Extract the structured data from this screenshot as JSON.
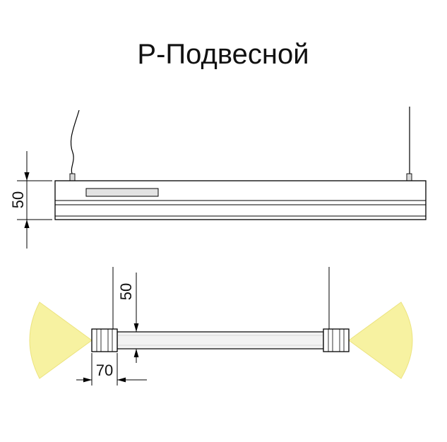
{
  "title": "Р-Подвесной",
  "side_view": {
    "height_dim": "50"
  },
  "section_view": {
    "profile_height_dim": "50",
    "endcap_width_dim": "70"
  },
  "colors": {
    "background": "#ffffff",
    "line": "#000000",
    "beam_fill": "#f7f2a1",
    "beam_edge": "#ece37f",
    "tube_fill": "#f2f2f2",
    "driver_fill": "#e3e3e3",
    "plug_fill": "#d9d9d9"
  }
}
